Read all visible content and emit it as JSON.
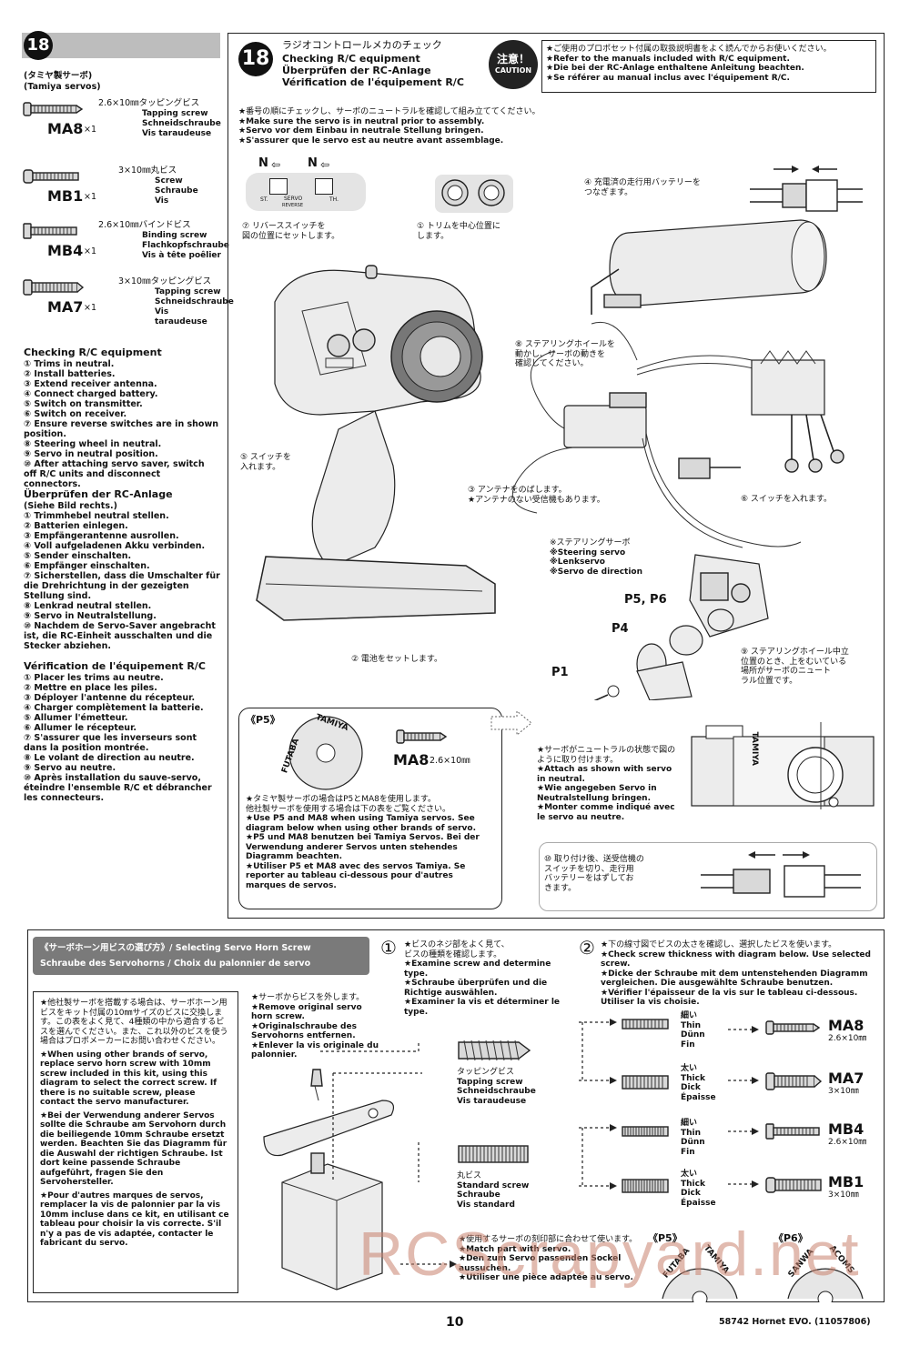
{
  "left_panel": {
    "step_number": "18",
    "tamiya_servos_label_jp": "(タミヤ製サーボ)",
    "tamiya_servos_label_en": "(Tamiya servos)",
    "screws": [
      {
        "code": "MA8",
        "qty": "×1",
        "size_jp": "2.6×10㎜タッピングビス",
        "en": "Tapping screw",
        "de": "Schneidschraube",
        "fr": "Vis taraudeuse"
      },
      {
        "code": "MB1",
        "qty": "×1",
        "size_jp": "3×10㎜丸ビス",
        "en": "Screw",
        "de": "Schraube",
        "fr": "Vis"
      },
      {
        "code": "MB4",
        "qty": "×1",
        "size_jp": "2.6×10㎜バインドビス",
        "en": "Binding screw",
        "de": "Flachkopfschraube",
        "fr": "Vis à tête poêlier"
      },
      {
        "code": "MA7",
        "qty": "×1",
        "size_jp": "3×10㎜タッピングビス",
        "en": "Tapping screw",
        "de": "Schneidschraube",
        "fr": "Vis taraudeuse"
      }
    ],
    "checking_en_title": "Checking R/C equipment",
    "checking_en": [
      "① Trims in neutral.",
      "② Install batteries.",
      "③ Extend receiver antenna.",
      "④ Connect charged battery.",
      "⑤ Switch on transmitter.",
      "⑥ Switch on receiver.",
      "⑦ Ensure reverse switches are in shown position.",
      "⑧ Steering wheel in neutral.",
      "⑨ Servo in neutral position.",
      "⑩ After attaching servo saver, switch off R/C units and disconnect connectors."
    ],
    "checking_de_title": "Überprüfen der RC-Anlage",
    "checking_de_sub": "(Siehe Bild rechts.)",
    "checking_de": [
      "① Trimmhebel neutral stellen.",
      "② Batterien einlegen.",
      "③ Empfängerantenne ausrollen.",
      "④ Voll aufgeladenen Akku verbinden.",
      "⑤ Sender einschalten.",
      "⑥ Empfänger einschalten.",
      "⑦ Sicherstellen, dass die Umschalter für die Drehrichtung in der gezeigten Stellung sind.",
      "⑧ Lenkrad neutral stellen.",
      "⑨ Servo in Neutralstellung.",
      "⑩ Nachdem de Servo-Saver angebracht ist, die RC-Einheit ausschalten und die Stecker abziehen."
    ],
    "checking_fr_title": "Vérification de l'équipement R/C",
    "checking_fr": [
      "① Placer les trims au neutre.",
      "② Mettre en place les piles.",
      "③ Déployer l'antenne du récepteur.",
      "④ Charger complètement la batterie.",
      "⑤ Allumer l'émetteur.",
      "⑥ Allumer le récepteur.",
      "⑦ S'assurer que les inverseurs sont dans la position montrée.",
      "⑧ Le volant de direction au neutre.",
      "⑨ Servo au neutre.",
      "⑩ Après installation du sauve-servo, éteindre l'ensemble R/C et débrancher les connecteurs."
    ]
  },
  "main_panel": {
    "step_number": "18",
    "title_jp": "ラジオコントロールメカのチェック",
    "title_en": "Checking R/C equipment",
    "title_de": "Überprüfen der RC-Anlage",
    "title_fr": "Vérification de l'équipement R/C",
    "caution_jp": "注意！",
    "caution_en": "CAUTION",
    "caution_notes": [
      "★ご使用のプロポセット付属の取扱説明書をよく読んでからお使いください。",
      "★Refer to the manuals included with R/C equipment.",
      "★Die bei der RC-Anlage enthaltene Anleitung beachten.",
      "★Se référer au manual inclus avec l'équipement R/C."
    ],
    "neutral_notes": [
      "★番号の順にチェックし、サーボのニュートラルを確認して組み立ててください。",
      "★Make sure the servo is in neutral prior to assembly.",
      "★Servo vor dem Einbau in neutrale Stellung bringen.",
      "★S'assurer que le servo est au neutre avant assemblage."
    ],
    "switch_n1": "N",
    "switch_n2": "N",
    "switch_st": "ST.",
    "switch_servo": "SERVO",
    "switch_reverse": "REVERSE",
    "switch_th": "TH.",
    "callouts": {
      "c7": "⑦ リバーススイッチを\n図の位置にセットします。",
      "c1": "① トリムを中心位置に\nします。",
      "c4": "④ 充電済の走行用バッテリーを\nつなぎます。",
      "c8": "⑧ ステアリングホイールを\n動かし、サーボの動きを\n確認してください。",
      "c5": "⑤ スイッチを\n入れます。",
      "c3": "③ アンテナをのばします。\n★アンテナのない受信機もあります。",
      "c6": "⑥ スイッチを入れます。",
      "c2": "② 電池をセットします。",
      "c9": "⑨ ステアリングホイール中立\n位置のとき、上をむいている\n場所がサーボのニュート\nラル位置です。",
      "c10": "⑩ 取り付け後、送受信機の\nスイッチを切り、走行用\nバッテリーをはずしてお\nきます。"
    },
    "steering_servo": [
      "※ステアリングサーボ",
      "※Steering servo",
      "※Lenkservo",
      "※Servo de direction"
    ],
    "part_p5p6": "P5, P6",
    "part_p4": "P4",
    "part_p1": "P1",
    "p5_box": {
      "label": "《P5》",
      "tamiya": "TAMIYA",
      "futaba": "FUTABA",
      "screw_code": "MA8",
      "screw_size": "2.6×10㎜",
      "notes": [
        "★タミヤ製サーボの場合はP5とMA8を使用します。",
        "他社製サーボを使用する場合は下の表をご覧ください。",
        "★Use P5 and MA8 when using Tamiya servos. See diagram below when using other brands of servo.",
        "★P5 und MA8 benutzen bei Tamiya Servos. Bei der Verwendung anderer Servos unten stehendes Diagramm beachten.",
        "★Utiliser P5 et MA8 avec des servos Tamiya. Se reporter au tableau ci-dessous pour d'autres marques de servos."
      ]
    },
    "servo_neutral_notes": [
      "★サーボがニュートラルの状態で図のように取り付けます。",
      "★Attach as shown with servo in neutral.",
      "★Wie angegeben Servo in Neutralstellung bringen.",
      "★Monter comme indiqué avec le servo au neutre."
    ],
    "servo_label": "TAMIYA"
  },
  "bottom_panel": {
    "title_line1": "《サーボホーン用ビスの選び方》/ Selecting Servo Horn Screw",
    "title_line2": "Schraube des Servohorns / Choix du palonnier de servo",
    "intro_jp": "★他社製サーボを搭載する場合は、サーボホーン用ビスをキット付属の10㎜サイズのビスに交換します。この表をよく見て、4種類の中から適合するビスを選んでください。また、これ以外のビスを使う場合はプロポメーカーにお問い合わせください。",
    "intro_en": "★When using other brands of servo, replace servo horn screw with 10mm screw included in this kit, using this diagram to select the correct screw. If there is no suitable screw, please contact the servo manufacturer.",
    "intro_de": "★Bei der Verwendung anderer Servos sollte die Schraube am Servohorn durch die beiliegende 10mm Schraube ersetzt werden. Beachten Sie das Diagramm für die Auswahl der richtigen Schraube. Ist dort keine passende Schraube aufgeführt, fragen Sie den Servohersteller.",
    "intro_fr": "★Pour d'autres marques de servos, remplacer la vis de palonnier par la vis 10mm incluse dans ce kit, en utilisant ce tableau pour choisir la vis correcte. S'il n'y a pas de vis adaptée, contacter le fabricant du servo.",
    "remove_notes": [
      "★サーボからビスを外します。",
      "★Remove original servo horn screw.",
      "★Originalschraube des Servohorns entfernen.",
      "★Enlever la vis originale du palonnier."
    ],
    "step1_notes": [
      "ビスのネジ部をよく見て、",
      "ビスの種類を確認します。",
      "★Examine screw and determine type.",
      "★Schraube überprüfen und die Richtige auswählen.",
      "★Examiner la vis et déterminer le type."
    ],
    "step1_num": "①",
    "step1_head": "★ビスのネジ部をよく見て、",
    "step2_num": "②",
    "step2_notes": [
      "★下の線寸図でビスの太さを確認し、選択したビスを使います。",
      "★Check screw thickness with diagram below. Use selected screw.",
      "★Dicke der Schraube mit dem untenstehenden Diagramm vergleichen. Die ausgewählte Schraube benutzen.",
      "★Vérifier l'épaisseur de la vis sur le tableau ci-dessous. Utiliser la vis choisie."
    ],
    "tapping_group": [
      "タッピングビス",
      "Tapping screw",
      "Schneidschraube",
      "Vis taraudeuse"
    ],
    "standard_group": [
      "丸ビス",
      "Standard screw",
      "Schraube",
      "Vis standard"
    ],
    "thin_label": [
      "細い",
      "Thin",
      "Dünn",
      "Fin"
    ],
    "thick_label": [
      "太い",
      "Thick",
      "Dick",
      "Épaisse"
    ],
    "results": [
      {
        "code": "MA8",
        "size": "2.6×10㎜"
      },
      {
        "code": "MA7",
        "size": "3×10㎜"
      },
      {
        "code": "MB4",
        "size": "2.6×10㎜"
      },
      {
        "code": "MB1",
        "size": "3×10㎜"
      }
    ],
    "match_notes": [
      "★使用するサーボの刻印部に合わせて使います。",
      "★Match part with servo.",
      "★Den zum Servo passenden Sockel aussuchen.",
      "★Utiliser une pièce adaptée au servo."
    ],
    "p5_label": "《P5》",
    "p6_label": "《P6》",
    "p5_brands": [
      "FUTABA",
      "TAMIYA"
    ],
    "p6_brands": [
      "SANWA",
      "ACOMS"
    ]
  },
  "footer": {
    "page_number": "10",
    "model": "58742 Hornet EVO. (11057806)",
    "watermark": "RCScrapyard.net"
  }
}
